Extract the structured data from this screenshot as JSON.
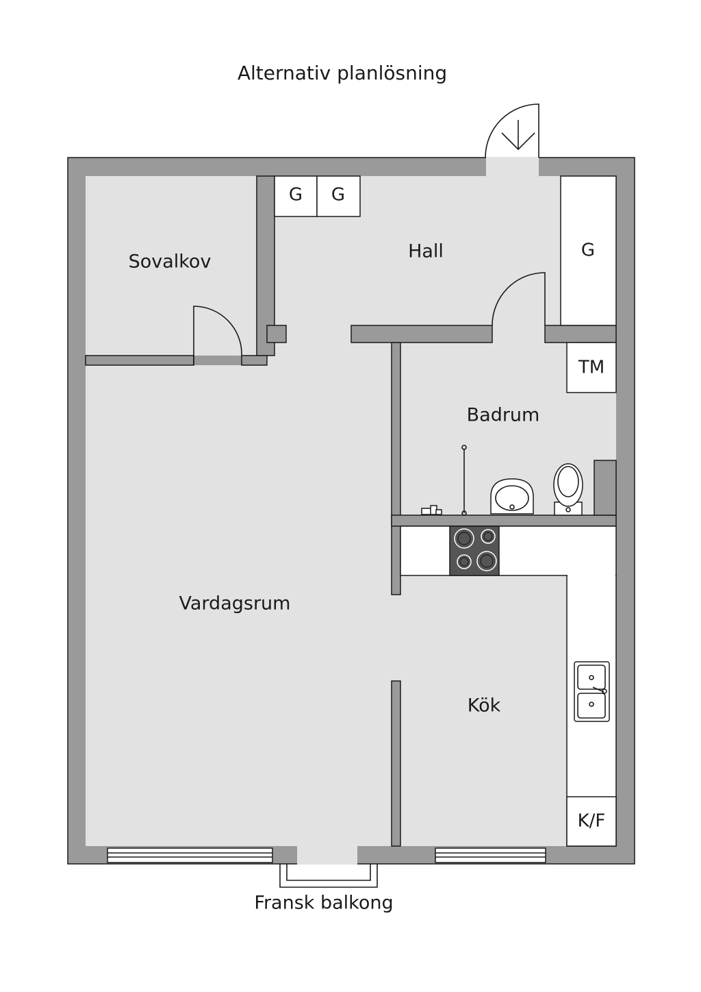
{
  "title": "Alternativ planlösning",
  "rooms": {
    "sovalkov": "Sovalkov",
    "hall": "Hall",
    "badrum": "Badrum",
    "vardagsrum": "Vardagsrum",
    "kok": "Kök"
  },
  "fixtures": {
    "garderob_1": "G",
    "garderob_2": "G",
    "garderob_3": "G",
    "tvattmaskin": "TM",
    "kyl_frys": "K/F"
  },
  "balcony": "Fransk balkong",
  "colors": {
    "wall": "#9a9a9a",
    "floor": "#e2e2e2",
    "line": "#1a1a1a",
    "stove": "#555555"
  }
}
